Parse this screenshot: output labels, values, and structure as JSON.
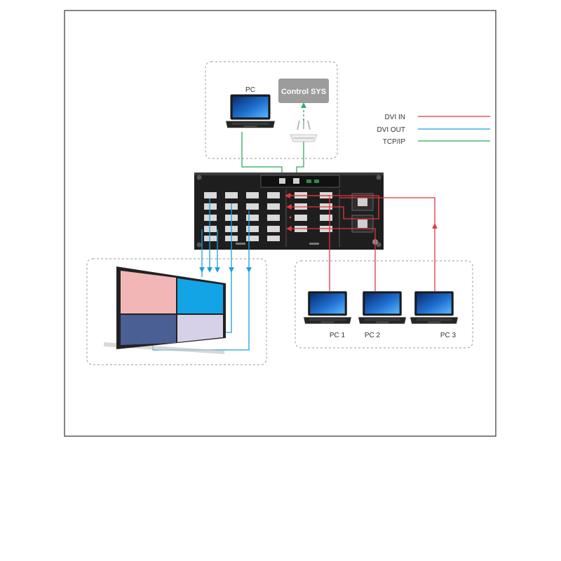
{
  "labels": {
    "pc_top": "PC",
    "control_sys": "Control SYS",
    "pc1": "PC 1",
    "pc2": "PC 2",
    "pc3": "PC 3"
  },
  "legend": [
    {
      "label": "DVI IN",
      "color": "#e8343b"
    },
    {
      "label": "DVI OUT",
      "color": "#1a9fdc"
    },
    {
      "label": "TCP/IP",
      "color": "#2bab62"
    }
  ],
  "video_wall": {
    "panel_colors": [
      "#f3b6b6",
      "#13a4e6",
      "#4a5f93",
      "#d7d1e8"
    ]
  },
  "colors": {
    "frame": "#333333",
    "dashed_group": "#9a9a9a",
    "device_body": "#1e1e1e",
    "control_box": "#9c9c9c"
  }
}
